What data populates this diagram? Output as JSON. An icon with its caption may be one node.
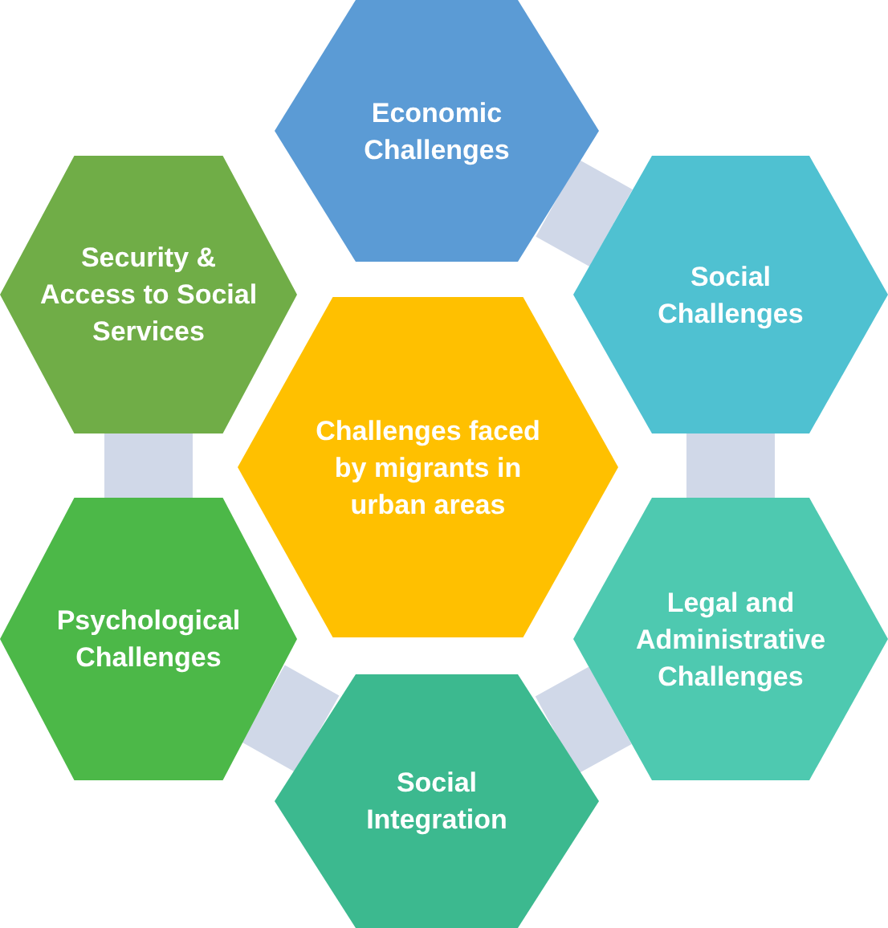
{
  "diagram": {
    "nodes": [
      {
        "text": [
          "Economic Challenges"
        ]
      },
      {
        "text": [
          "Security & Access to Social Services"
        ]
      },
      {
        "text": [
          "Social Challenges"
        ]
      },
      {
        "text": [
          "Challenges faced by migrants in urban areas"
        ]
      },
      {
        "text": [
          "Psychological Challenges"
        ]
      },
      {
        "text": [
          "Legal and Administrative Challenges"
        ]
      },
      {
        "text": [
          "Social Integration"
        ]
      }
    ],
    "edges": [
      {
        "from": 0,
        "to": 2,
        "arrow": "none"
      },
      {
        "from": 2,
        "to": 5,
        "arrow": "none"
      },
      {
        "from": 5,
        "to": 6,
        "arrow": "none"
      },
      {
        "from": 6,
        "to": 4,
        "arrow": "none"
      },
      {
        "from": 4,
        "to": 1,
        "arrow": "none"
      }
    ]
  }
}
